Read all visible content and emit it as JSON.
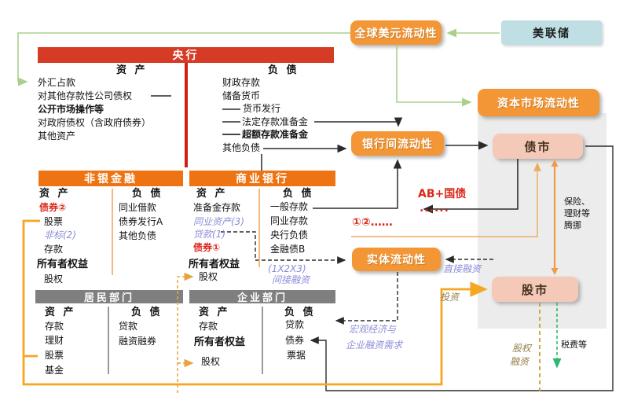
{
  "headers": {
    "assets": "资 产",
    "liabilities": "负 债"
  },
  "colors": {
    "central_bank_bar": "#d53b25",
    "financial_bar": "#ee7413",
    "sector_bar": "#7f7f7f",
    "flow_node": "#f39636",
    "market_node": "#f5c9b8",
    "fed_node": "#bfdfe4",
    "green_flow": "#a9d08d",
    "red_text": "#d8291a",
    "purple_text": "#8c8cd9",
    "olive_text": "#94804a",
    "orange_flow": "#f5a623",
    "panel": "#ececec"
  },
  "top": {
    "global_usd": "全球美元流动性",
    "fed": "美联储",
    "capital_market": "资本市场流动性"
  },
  "nodes": {
    "interbank": "银行间流动性",
    "bond_market": "债市",
    "real_economy": "实体流动性",
    "stock_market": "股市"
  },
  "central_bank": {
    "title": "央行",
    "assets": [
      "外汇占款",
      "对其他存款性公司债权",
      "公开市场操作等",
      "对政府债权（含政府债券）",
      "其他资产"
    ],
    "liabilities": [
      "财政存款",
      "储备货币",
      "货币发行",
      "法定存款准备金",
      "超额存款准备金",
      "其他负债"
    ]
  },
  "non_bank": {
    "title": "非银金融",
    "assets": [
      "债券②",
      "股票",
      "非标(2)",
      "存款",
      "所有者权益",
      "股权"
    ],
    "liabilities": [
      "同业借款",
      "债券发行A",
      "其他负债"
    ]
  },
  "commercial_bank": {
    "title": "商业银行",
    "assets": [
      "准备金存款",
      "同业资产(3)",
      "贷款(1)",
      "债券①",
      "所有者权益",
      "股权"
    ],
    "liabilities": [
      "一般存款",
      "同业存款",
      "央行负债",
      "金融债B"
    ],
    "note1": "(1X2X3)",
    "note2": "间接融资"
  },
  "residents": {
    "title": "居民部门",
    "assets": [
      "存款",
      "理财",
      "股票",
      "基金"
    ],
    "liabilities": [
      "贷款",
      "融资融券"
    ]
  },
  "enterprises": {
    "title": "企业部门",
    "assets": [
      "存款",
      "所有者权益",
      "股权"
    ],
    "liabilities": [
      "贷款",
      "债券",
      "票据"
    ]
  },
  "annotations": {
    "ab_bonds": "AB+国债",
    "red_dots": "......",
    "circled_numbers": "①②……",
    "direct_financing": "直接融资",
    "macro_line1": "宏观经济与",
    "macro_line2": "企业融资需求",
    "invest": "投资",
    "equity_fin_line1": "股权",
    "equity_fin_line2": "融资",
    "taxes": "税费等",
    "insurance_line1": "保险、",
    "insurance_line2": "理财等",
    "insurance_line3": "腾挪"
  }
}
